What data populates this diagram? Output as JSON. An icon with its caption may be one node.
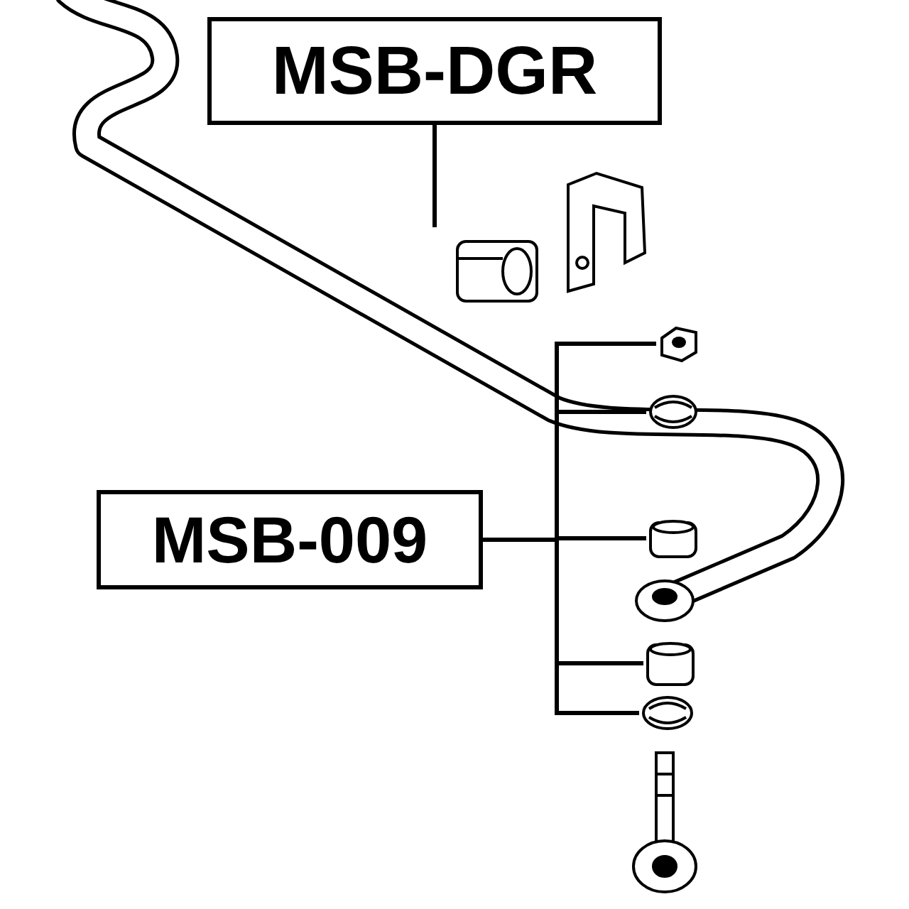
{
  "diagram": {
    "nodes": [
      {
        "text": [
          "MSB-DGR"
        ]
      },
      {
        "text": [],
        "shape": "picture"
      },
      {
        "text": [],
        "shape": "picture"
      },
      {
        "text": [],
        "shape": "picture"
      },
      {
        "text": [
          "MSB-009"
        ]
      },
      {
        "text": [],
        "shape": "picture"
      },
      {
        "text": [],
        "shape": "picture"
      },
      {
        "text": [],
        "shape": "picture"
      }
    ],
    "edges": [
      {
        "from": 0,
        "to": 1,
        "arrow": "none"
      },
      {
        "from": 4,
        "to": 2,
        "arrow": "none"
      },
      {
        "from": 4,
        "to": 3,
        "arrow": "none"
      },
      {
        "from": 4,
        "to": 5,
        "arrow": "none"
      },
      {
        "from": 4,
        "to": 6,
        "arrow": "none"
      },
      {
        "from": 4,
        "to": 7,
        "arrow": "none"
      }
    ]
  }
}
